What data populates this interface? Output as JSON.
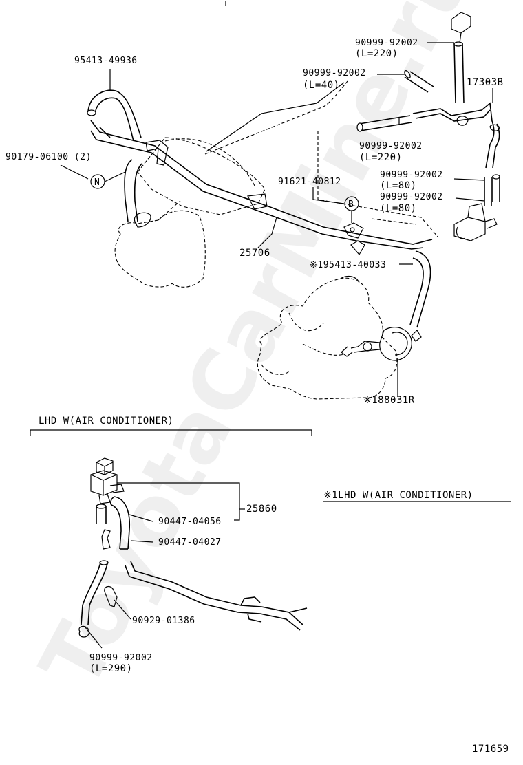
{
  "labels": {
    "p95413_49936": "95413-49936",
    "p90179_06100": "90179-06100 (2)",
    "circ_n": "N",
    "p90999_92002_a": "90999-92002",
    "l220_a": "(L=220)",
    "p90999_92002_b": "90999-92002",
    "l40": "(L=40)",
    "p17303b": "17303B",
    "p90999_92002_c": "90999-92002",
    "l220_c": "(L=220)",
    "p91621_40812": "91621-40812",
    "circ_b": "B",
    "p90999_92002_d": "90999-92002",
    "l80_d": "(L=80)",
    "p90999_92002_e": "90999-92002",
    "l80_e": "(L=80)",
    "p25706": "25706",
    "p195413_40033": "※195413-40033",
    "p188031r": "※188031R",
    "sect_lhd": "LHD W(AIR CONDITIONER)",
    "sect_lhd1": "※1LHD W(AIR CONDITIONER)",
    "p25860": "25860",
    "p90447_04056": "90447-04056",
    "p90447_04027": "90447-04027",
    "p90929_01386": "90929-01386",
    "p90999_92002_f": "90999-92002",
    "l290": "(L=290)",
    "fig_no": "171659"
  },
  "watermark": "ToyotaCarMine.ru",
  "colors": {
    "ink": "#000000",
    "paper": "#ffffff"
  }
}
